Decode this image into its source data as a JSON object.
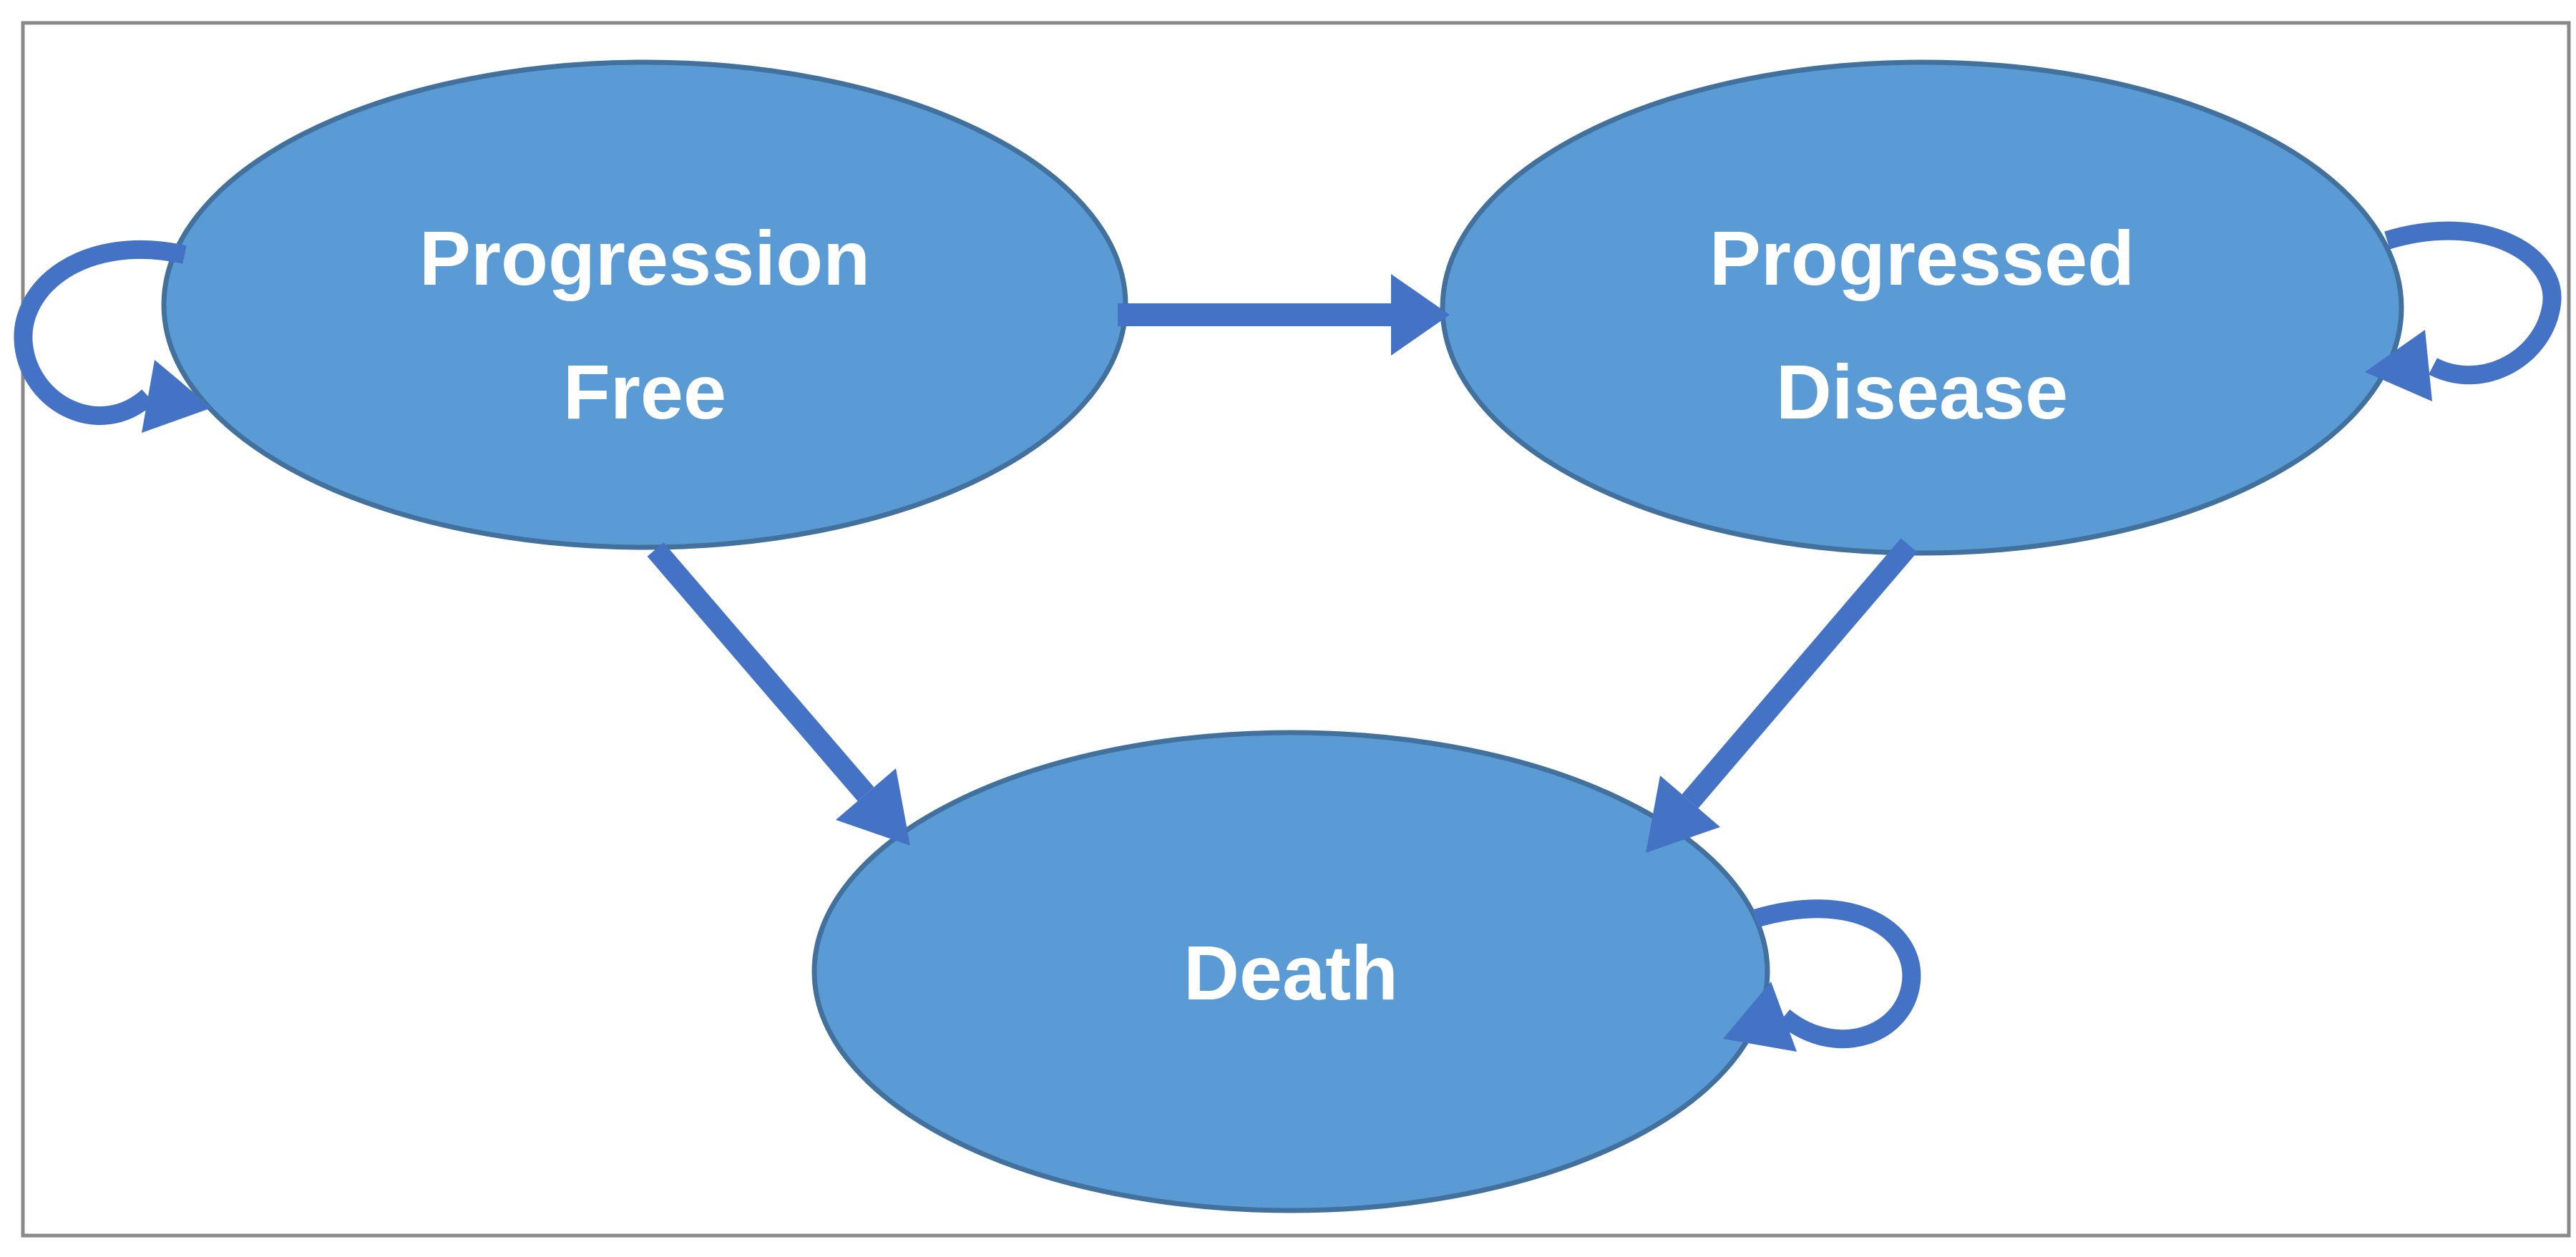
{
  "diagram": {
    "type": "state-transition-diagram",
    "description": "Three-state Markov model diagram",
    "nodes": {
      "progression_free": {
        "line1": "Progression",
        "line2": "Free"
      },
      "progressed_disease": {
        "line1": "Progressed",
        "line2": "Disease"
      },
      "death": {
        "line1": "Death"
      }
    },
    "transitions": [
      {
        "from": "Progression Free",
        "to": "Progressed Disease",
        "kind": "arrow"
      },
      {
        "from": "Progression Free",
        "to": "Death",
        "kind": "arrow"
      },
      {
        "from": "Progressed Disease",
        "to": "Death",
        "kind": "arrow"
      },
      {
        "from": "Progression Free",
        "to": "Progression Free",
        "kind": "self-loop"
      },
      {
        "from": "Progressed Disease",
        "to": "Progressed Disease",
        "kind": "self-loop"
      },
      {
        "from": "Death",
        "to": "Death",
        "kind": "self-loop"
      }
    ]
  },
  "colors": {
    "background": "#FFFFFF",
    "frame_border": "#898989",
    "node_fill": "#5B9BD5",
    "node_border": "#41719C",
    "arrow": "#4472C4",
    "label_text": "#FFFFFF"
  }
}
